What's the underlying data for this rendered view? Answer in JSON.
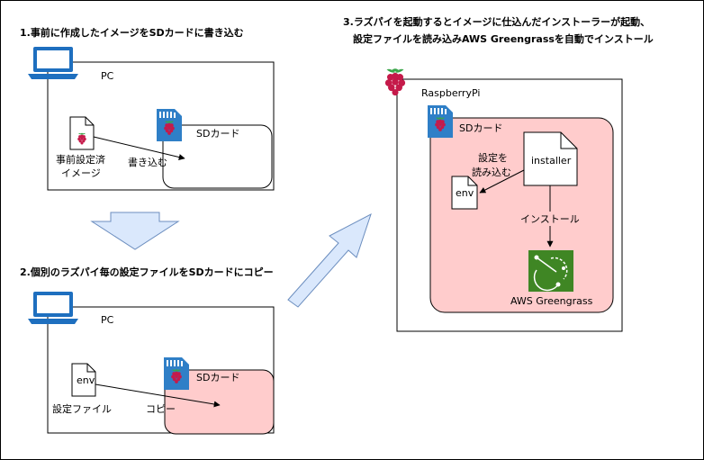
{
  "step1": {
    "title": "1.事前に作成したイメージをSDカードに書き込む",
    "pc_label": "PC",
    "sd_label": "SDカード",
    "file_label_1": "事前設定済",
    "file_label_2": "イメージ",
    "write_label": "書き込む"
  },
  "step2": {
    "title": "2.個別のラズパイ毎の設定ファイルをSDカードにコピー",
    "pc_label": "PC",
    "sd_label": "SDカード",
    "file_name": "env",
    "file_label": "設定ファイル",
    "copy_label": "コピー"
  },
  "step3": {
    "title_line1": "3.ラズパイを起動するとイメージに仕込んだインストーラーが起動、",
    "title_line2": "設定ファイルを読み込みAWS Greengrassを自動でインストール",
    "device_label": "RaspberryPi",
    "sd_label": "SDカード",
    "installer_label": "installer",
    "read_label_1": "設定を",
    "read_label_2": "読み込む",
    "env_label": "env",
    "install_label": "インストール",
    "greengrass_label": "AWS Greengrass"
  },
  "colors": {
    "frame": "#000000",
    "sd_fill": "#ffcccc",
    "arrow_fill": "#dae8fc",
    "arrow_stroke": "#6c8ebf",
    "laptop": "#1e6fbf",
    "sdcard_icon": "#2f7fc7",
    "raspberry": "#c51a4a",
    "greengrass": "#3f8624"
  }
}
